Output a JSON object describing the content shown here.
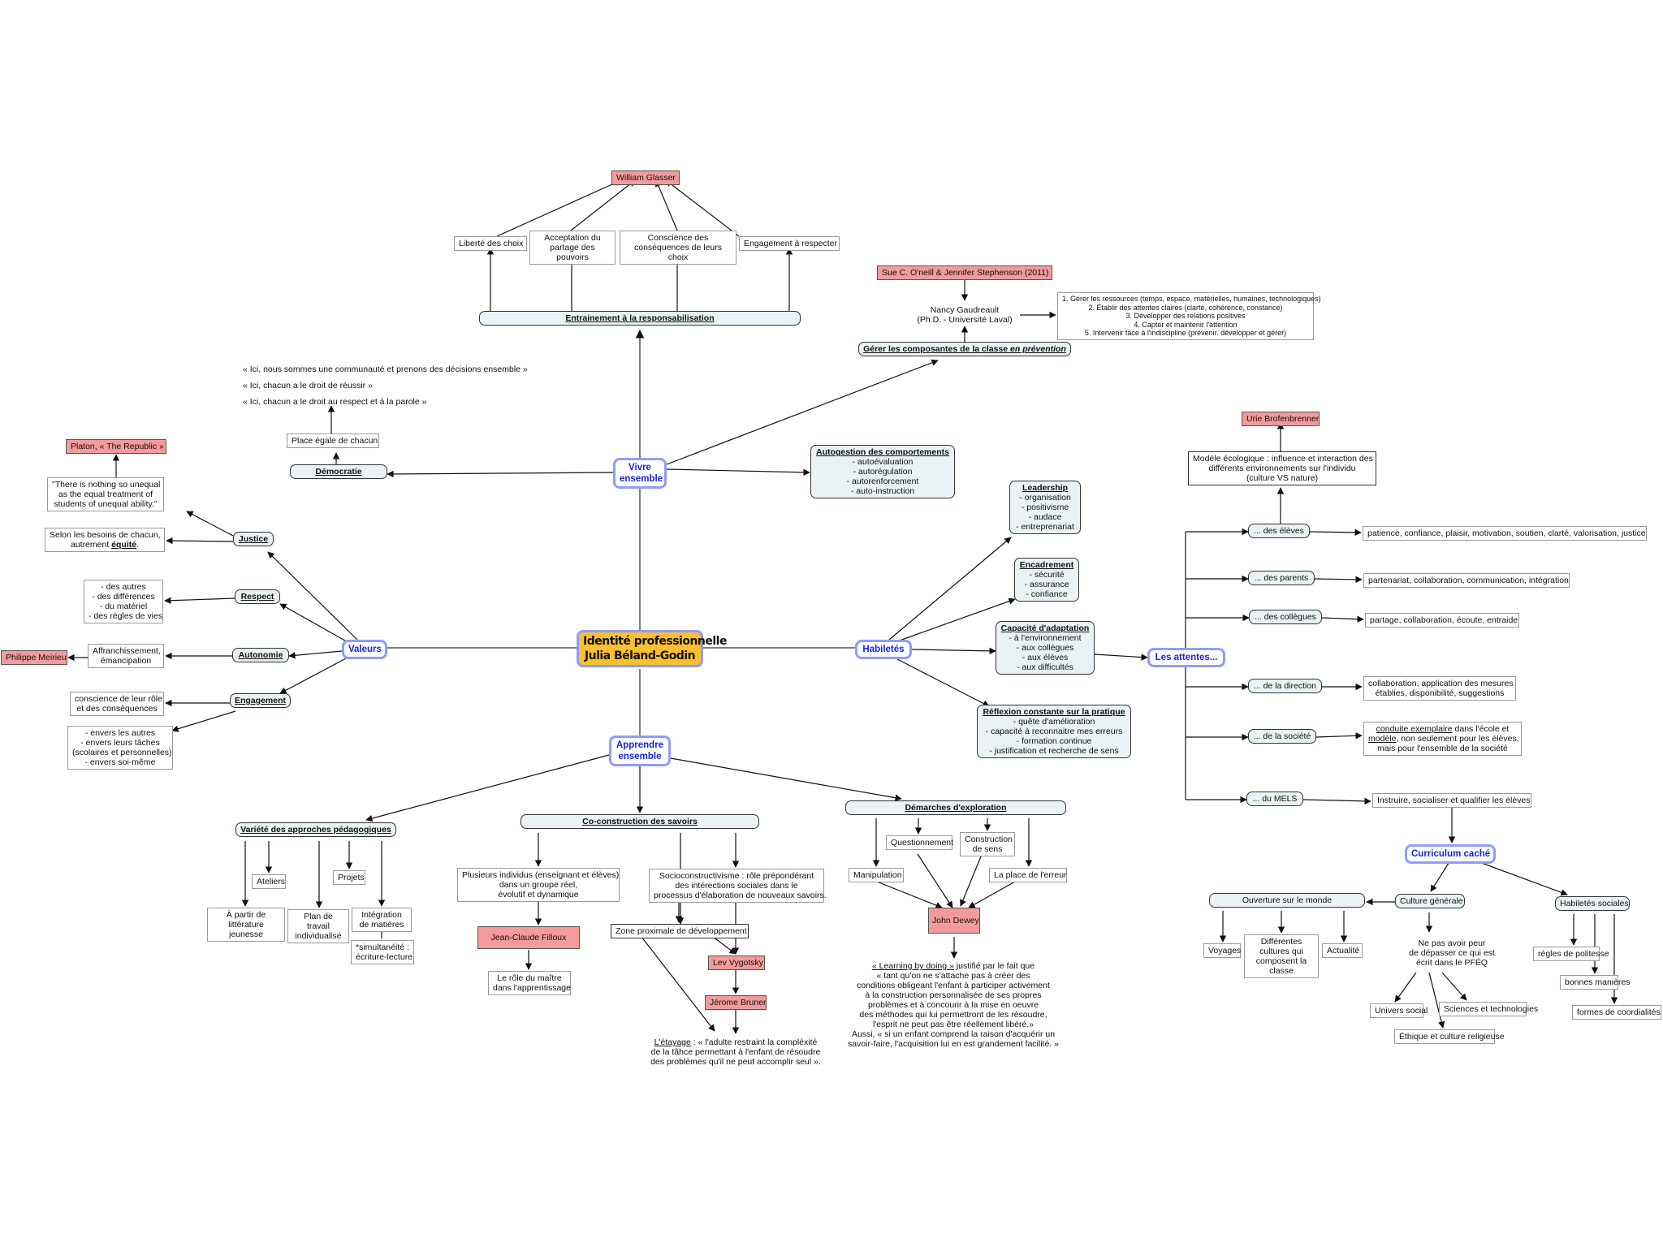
{
  "colors": {
    "hub_border": "#8f9cff",
    "hub_text": "#1a22e0",
    "center_fill": "#fbc02d",
    "person_fill": "#f39a9a",
    "category_fill": "#eaf2f5"
  },
  "center": {
    "line1": "Identité professionnelle",
    "line2": "Julia Béland-Godin"
  },
  "hubs": {
    "vivre": "Vivre ensemble",
    "valeurs": "Valeurs",
    "habiletes": "Habiletés",
    "apprendre": "Apprendre ensemble",
    "attentes": "Les attentes...",
    "curriculum": "Curriculum caché"
  },
  "vivre": {
    "glasser": "William Glasser",
    "glasser_items": [
      "Liberté des choix",
      "Acceptation du partage des pouvoirs",
      "Conscience des conséquences de leurs choix",
      "Engagement à respecter"
    ],
    "responsabilisation": "Entrainement à la responsabilisation",
    "oneill": "Sue C. O'neill & Jennifer Stephenson (2011)",
    "gaudreault": [
      "Nancy Gaudreault",
      "(Ph.D. - Université Laval)"
    ],
    "gaudreault_list": [
      "1. Gérer les ressources (temps, espace, matérielles, humaines, technologiques)",
      "2. Établir des attentes claires (clarté, cohérence, constance)",
      "3. Développer des relations positives",
      "4. Capter et maintenir l'attention",
      "5. Intervenir face à l'indiscipline (prévenir. développer et gérer)"
    ],
    "gerer_prefix": "Gérer les composantes de la classe ",
    "gerer_em": "en prévention",
    "quotes": [
      "« Ici, nous sommes une communauté et prenons des décisions ensemble »",
      "« Ici, chacun a le droit de réussir »",
      "« Ici, chacun a le droit au respect et à la parole »"
    ],
    "place_egale": "Place égale de chacun",
    "democratie": "Démocratie",
    "autogestion_title": "Autogestion des comportements",
    "autogestion_items": [
      "- autoévaluation",
      "- autorégulation",
      "- autorenforcement",
      "- auto-instruction"
    ]
  },
  "valeurs": {
    "platon": "Platon, « The Republic »",
    "platon_quote": [
      "\"There is nothing so unequal",
      "as the equal treatment of",
      "students of unequal ability.\""
    ],
    "justice": "Justice",
    "equite_line1": "Selon les besoins de chacun,",
    "equite_prefix": "autrement ",
    "equite_word": "équité",
    "respect": "Respect",
    "respect_items": [
      "- des autres",
      "- des différences",
      "- du matériel",
      "- des règles de vies"
    ],
    "autonomie": "Autonomie",
    "autonomie_item": [
      "Affranchissement,",
      "émancipation"
    ],
    "meirieu": "Philippe Meirieu",
    "engagement": "Engagement",
    "engagement_item1": [
      "conscience de leur rôle",
      "et des conséquences"
    ],
    "engagement_item2": [
      "- envers les autres",
      "- envers leurs tâches",
      "(scolaires et personnelles)",
      "- envers soi-même"
    ]
  },
  "habiletes": {
    "leadership_title": "Leadership",
    "leadership_items": [
      "- organisation",
      "- positivisme",
      "- audace",
      "- entreprenariat"
    ],
    "encadrement_title": "Encadrement",
    "encadrement_items": [
      "- sécurité",
      "- assurance",
      "- confiance"
    ],
    "adaptation_title": "Capacité d'adaptation",
    "adaptation_items": [
      "- à l'environnement",
      "- aux collègues",
      "- aux élèves",
      "- aux difficultés"
    ],
    "reflexion_title": "Réflexion constante sur la pratique",
    "reflexion_items": [
      "- quête d'amélioration",
      "- capacité à reconnaitre mes erreurs",
      "- formation continue",
      "- justification et recherche de sens"
    ]
  },
  "attentes": {
    "brofenbrenner": "Urie Brofenbrenner",
    "modele": [
      "Modèle écologique : influence et interaction des",
      "différents environnements sur l'individu",
      "(culture VS nature)"
    ],
    "rows": [
      {
        "label": "... des élèves",
        "value": [
          "patience, confiance, plaisir, motivation, soutien, clarté, valorisation, justice"
        ]
      },
      {
        "label": "... des parents",
        "value": [
          "partenariat, collaboration, communication, intégration"
        ]
      },
      {
        "label": "... des collègues",
        "value": [
          "partage, collaboration, écoute, entraide"
        ]
      },
      {
        "label": "... de la direction",
        "value": [
          "collaboration, application des mesures",
          "établies, disponibilité, suggestions"
        ]
      },
      {
        "label": "... de la société",
        "value": [
          "conduite exemplaire dans l'école et",
          "modèle, non seulement pour les élèves,",
          "mais pour l'ensemble de la société"
        ]
      },
      {
        "label": "... du MELS",
        "value": [
          "Instruire, socialiser et qualifier les élèves"
        ]
      }
    ],
    "societe_u1": "conduite exemplaire",
    "societe_t1": " dans l'école et",
    "societe_u2": "modèle",
    "societe_t2": ", non seulement pour les élèves,",
    "societe_t3": "mais pour l'ensemble de la société"
  },
  "curriculum": {
    "ouverture": "Ouverture sur le monde",
    "ouverture_items": [
      "Voyages",
      "Différentes cultures qui composent la classe",
      "Actualité"
    ],
    "culture": "Culture générale",
    "pfeq": [
      "Ne pas avoir peur",
      "de dépasser ce qui est",
      "écrit dans le PFÉQ"
    ],
    "pfeq_items": [
      "Univers social",
      "Éthique et culture religieuse",
      "Sciences et technologies"
    ],
    "sociales": "Habiletés sociales",
    "sociales_items": [
      "règles de politesse",
      "bonnes manières",
      "formes de coordialités"
    ]
  },
  "apprendre": {
    "variete": "Variété des approches pédagogiques",
    "variete_items": [
      "Ateliers",
      "Projets",
      "À partir de littérature jeunesse",
      "Plan de travail individualisé",
      "Intégration de matières"
    ],
    "simultaneite": [
      "*simultanéité :",
      "écriture-lecture"
    ],
    "coconstruction": "Co-construction des savoirs",
    "plusieurs": [
      "Plusieurs individus (enseignant et élèves)",
      "dans un groupe réel,",
      "évolutif et dynamique"
    ],
    "filloux": "Jean-Claude Filloux",
    "role_maitre": [
      "Le rôle du maître",
      "dans l'apprentissage"
    ],
    "socio": [
      "Socioconstructivisme : rôle prépondérant",
      "des intérections sociales dans le",
      "processus d'élaboration de nouveaux savoirs."
    ],
    "zone": "Zone proximale de développement",
    "vygotsky": "Lev Vygotsky",
    "bruner": "Jérome Bruner",
    "etayage_u": "L'étayage",
    "etayage": [
      " : « l'adulte restraint la compléxité",
      "de la tâhce permettant à l'enfant de résoudre",
      "des problèmes qu'il ne peut accomplir seul »."
    ],
    "demarches": "Démarches d'exploration",
    "demarches_items": [
      "Questionnement",
      "Construction de sens",
      "Manipulation",
      "La place de l'erreur"
    ],
    "dewey": "John Dewey",
    "dewey_u": "« Learning by doing »",
    "dewey_text": [
      " justifié par le fait que",
      "« tant qu'on ne s'attache pas à créer des",
      "conditions obligeant l'enfant à participer activement",
      "à la construction personnalisée de ses propres",
      "problèmes et à concourir à la mise en oeuvre",
      "des méthodes qui lui permettront de les résoudre,",
      "l'esprit ne peut pas être réellement libéré.»",
      "Aussi, « si un enfant comprend la raison d'acquérir un",
      "savoir-faire, l'acquisition lui en est grandement facilité. »"
    ]
  }
}
